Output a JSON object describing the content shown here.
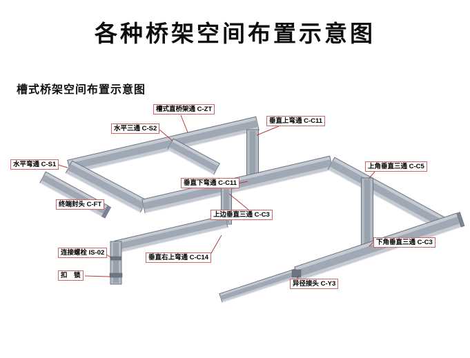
{
  "page": {
    "title": "各种桥架空间布置示意图",
    "subtitle": "槽式桥架空间布置示意图"
  },
  "labels": [
    {
      "id": "straight-tray",
      "text": "槽式直桥架通 C-ZT"
    },
    {
      "id": "horizontal-tee",
      "text": "水平三通 C-S2"
    },
    {
      "id": "vertical-up-bend",
      "text": "垂直上弯通 C-C11"
    },
    {
      "id": "horizontal-bend",
      "text": "水平弯通 C-S1"
    },
    {
      "id": "top-corner-tee",
      "text": "上角垂直三通 C-C5"
    },
    {
      "id": "vertical-down-bend",
      "text": "垂直下弯通 C-C11"
    },
    {
      "id": "end-cap",
      "text": "终端封头 C-FT"
    },
    {
      "id": "top-edge-tee",
      "text": "上边垂直三通 C-C3"
    },
    {
      "id": "connect-bolt",
      "text": "连接螺栓 IS-02"
    },
    {
      "id": "bottom-corner-tee",
      "text": "下角垂直三通 C-C3"
    },
    {
      "id": "vert-right-up-bend",
      "text": "垂直右上弯通 C-C14"
    },
    {
      "id": "lock",
      "text": "扣　锁"
    },
    {
      "id": "reducer-joint",
      "text": "异径接头 C-Y3"
    }
  ],
  "colors": {
    "label_border": "#cc6666",
    "leader_line": "#b43a3a",
    "tray_fill": "#c6cbd3",
    "tray_channel": "#9fa8b4",
    "tray_outline": "#6a7280",
    "column_fill": "#b3bac4",
    "column_channel": "#99a1ad",
    "cap_fill": "#7d8592",
    "title_color": "#0d0d0d"
  }
}
